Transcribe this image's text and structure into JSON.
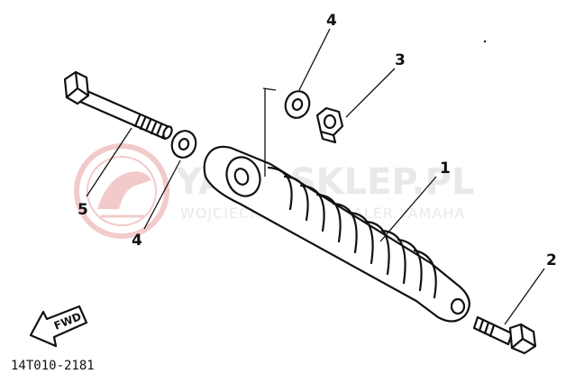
{
  "watermark": {
    "brand": "YAMASKLEP.PL",
    "tagline": "WOJCIECHOWSKI · DEALER YAMAHA",
    "logo_color": "#e8a0a0"
  },
  "callouts": {
    "item_1": "1",
    "item_2": "2",
    "item_3": "3",
    "item_4_top": "4",
    "item_4_left": "4",
    "item_5": "5"
  },
  "direction_label": "FWD",
  "diagram_code": "14T010-2181",
  "colors": {
    "ink": "#111111",
    "watermark": "#e9e9e9",
    "logo": "#e8a0a0"
  }
}
